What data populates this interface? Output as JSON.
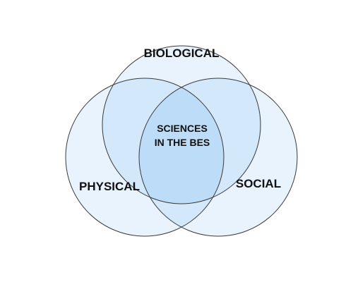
{
  "diagram": {
    "type": "venn",
    "sets": [
      {
        "id": "biological",
        "label": "BIOLOGICAL"
      },
      {
        "id": "physical",
        "label": "PHYSICAL"
      },
      {
        "id": "social",
        "label": "SOCIAL"
      }
    ],
    "intersection": {
      "line1": "SCIENCES",
      "line2": "IN THE BES"
    },
    "colors": {
      "circle_fill": "#e8f3fd",
      "pair_overlap_fill": "#d3e8fb",
      "center_overlap_fill": "#bcdcf8",
      "outline": "#3a3a3a",
      "text": "#111111"
    }
  }
}
